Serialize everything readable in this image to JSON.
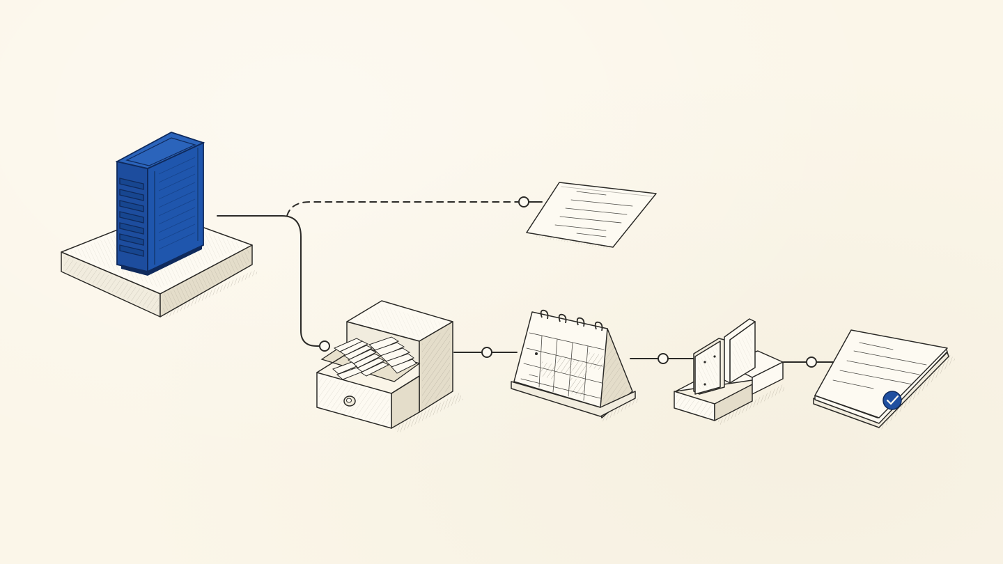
{
  "diagram": {
    "nodes": [
      {
        "id": "source",
        "icon": "blue-storage-device-icon",
        "accent": "#1f4fa0"
      },
      {
        "id": "draft",
        "icon": "single-document-icon"
      },
      {
        "id": "archive",
        "icon": "file-drawer-icon"
      },
      {
        "id": "schedule",
        "icon": "desk-calendar-icon"
      },
      {
        "id": "separate",
        "icon": "divider-stand-icon"
      },
      {
        "id": "approved",
        "icon": "approved-document-stack-icon",
        "accent": "#1f4fa0"
      }
    ],
    "edges": [
      {
        "from": "source",
        "to": "draft",
        "style": "dashed"
      },
      {
        "from": "source",
        "to": "archive",
        "style": "solid"
      },
      {
        "from": "archive",
        "to": "schedule",
        "style": "solid"
      },
      {
        "from": "schedule",
        "to": "separate",
        "style": "solid"
      },
      {
        "from": "separate",
        "to": "approved",
        "style": "solid"
      }
    ]
  }
}
